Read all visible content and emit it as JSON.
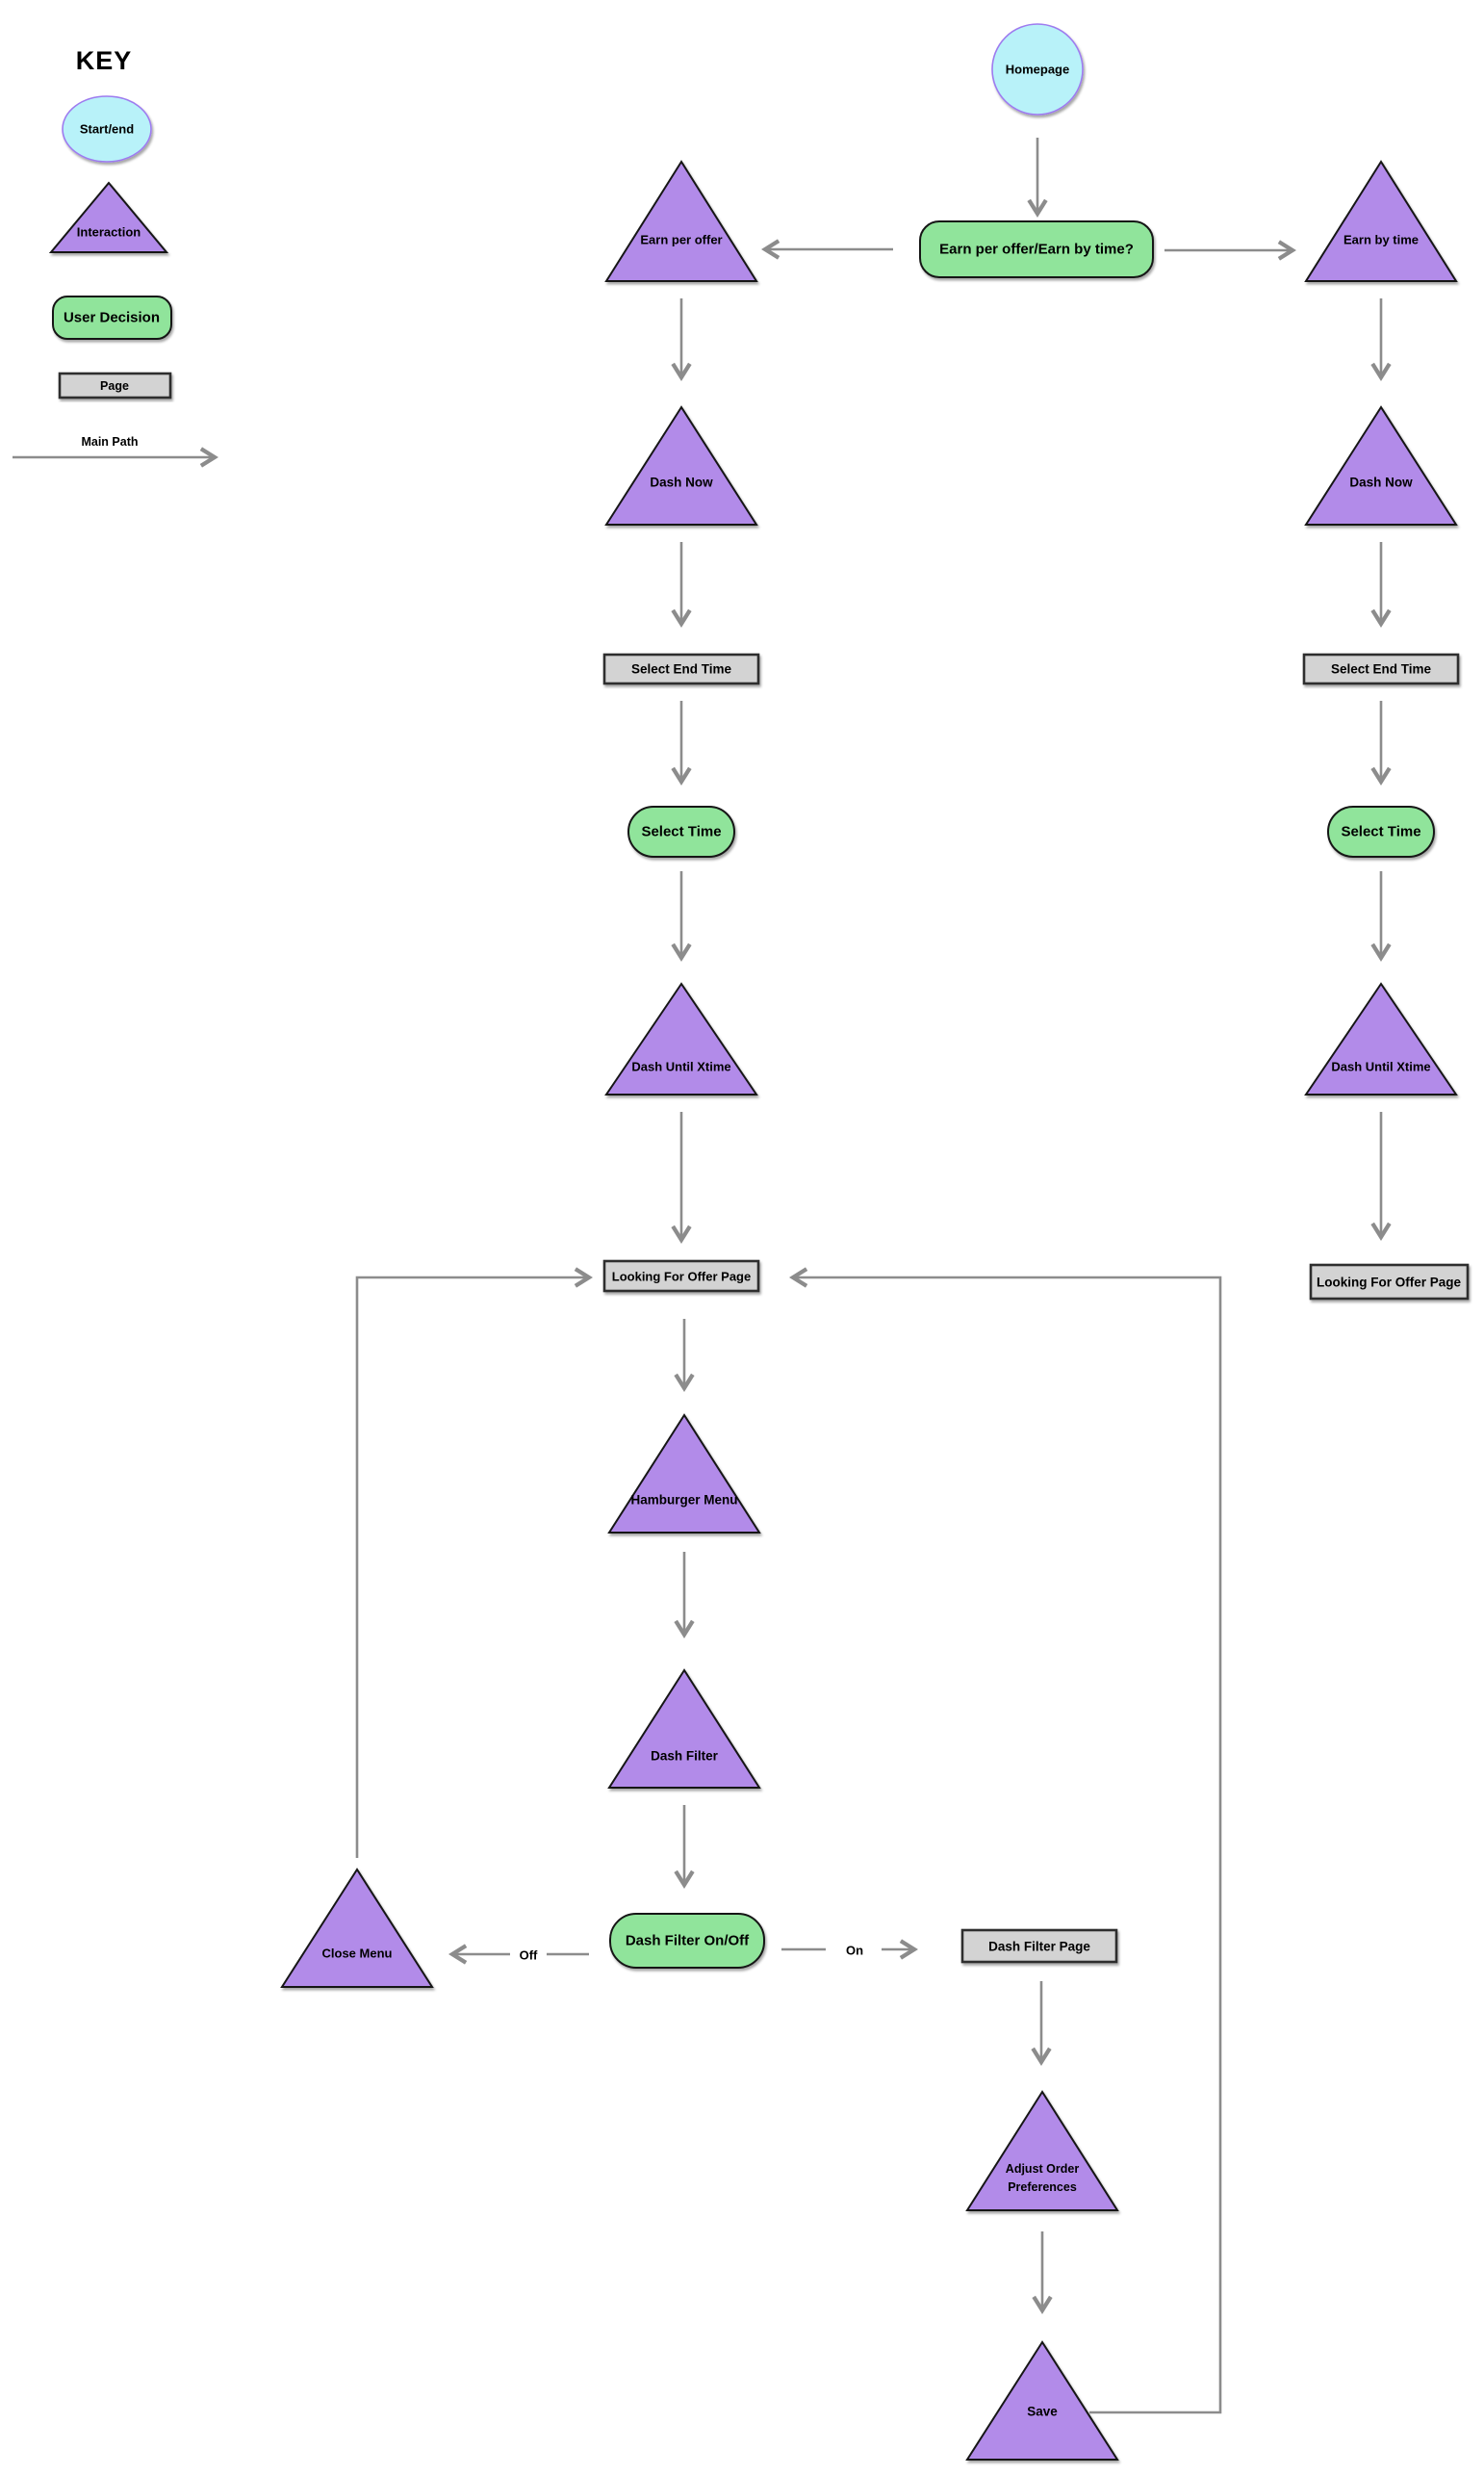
{
  "key": {
    "heading": "KEY",
    "start_end_label": "Start/end",
    "interaction_label": "Interaction",
    "user_decision_label": "User Decision",
    "page_label": "Page",
    "main_path_label": "Main Path"
  },
  "flow": {
    "homepage": "Homepage",
    "decision": "Earn per offer/Earn by time?",
    "left": {
      "earn_per_offer": "Earn per offer",
      "dash_now": "Dash Now",
      "select_end_time": "Select End Time",
      "select_time": "Select Time",
      "dash_until_xtime": "Dash Until Xtime",
      "looking_for_offer": "Looking For Offer Page",
      "hamburger_menu": "Hamburger Menu",
      "dash_filter": "Dash Filter",
      "dash_filter_on_off": "Dash Filter On/Off",
      "close_menu": "Close Menu",
      "off_label": "Off",
      "on_label": "On",
      "dash_filter_page": "Dash Filter Page",
      "adjust_order_line1": "Adjust Order",
      "adjust_order_line2": "Preferences",
      "save": "Save"
    },
    "right": {
      "earn_by_time": "Earn by time",
      "dash_now": "Dash Now",
      "select_end_time": "Select End Time",
      "select_time": "Select Time",
      "dash_until_xtime": "Dash Until Xtime",
      "looking_for_offer": "Looking For Offer Page"
    }
  },
  "colors": {
    "node-purple": "#B28BE9",
    "node-cyan": "#B8F2F9",
    "node-cyan-stroke": "#9E7BEF",
    "node-green": "#90E49B",
    "node-gray": "#D3D3D3",
    "outline": "#141414",
    "box-outline": "#2E2E2E",
    "arrow": "#8C8C8C",
    "text": "#000000",
    "background": "#FFFFFF"
  }
}
